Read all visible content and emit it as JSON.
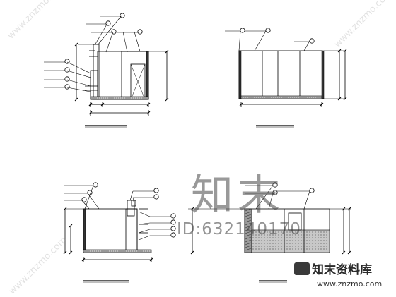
{
  "watermark": {
    "brand": "知末",
    "id_text": "ID:632140170",
    "site": "www.znzmo.com",
    "logo_text": "知末资料库",
    "diagonal_text": "www.znzmo.com"
  },
  "colors": {
    "line": "#000000",
    "hatch": "#555555",
    "watermark": "#6b6b6b"
  }
}
